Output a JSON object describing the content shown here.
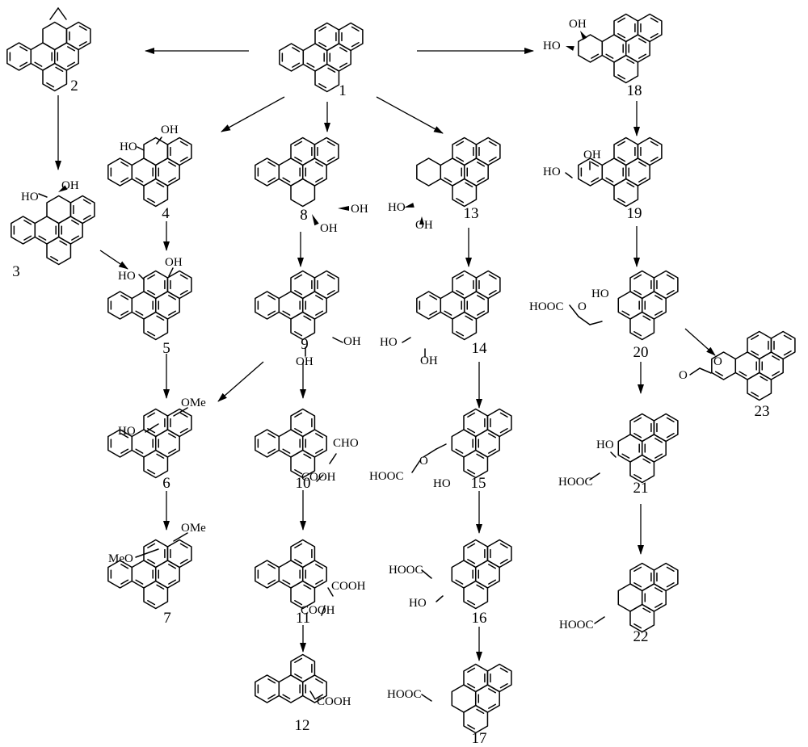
{
  "compounds": [
    {
      "id": "c1",
      "number": "1",
      "labels": []
    },
    {
      "id": "c2",
      "number": "2",
      "labels": []
    },
    {
      "id": "c3",
      "number": "3",
      "labels": [
        "HO",
        "OH"
      ]
    },
    {
      "id": "c4",
      "number": "4",
      "labels": [
        "HO",
        "OH"
      ]
    },
    {
      "id": "c5",
      "number": "5",
      "labels": [
        "HO",
        "OH"
      ]
    },
    {
      "id": "c6",
      "number": "6",
      "labels": [
        "HO",
        "OMe"
      ]
    },
    {
      "id": "c7",
      "number": "7",
      "labels": [
        "MeO",
        "OMe"
      ]
    },
    {
      "id": "c8",
      "number": "8",
      "labels": [
        "OH",
        "OH"
      ]
    },
    {
      "id": "c9",
      "number": "9",
      "labels": [
        "OH",
        "OH"
      ]
    },
    {
      "id": "c10",
      "number": "10",
      "labels": [
        "CHO",
        "COOH"
      ]
    },
    {
      "id": "c11",
      "number": "11",
      "labels": [
        "COOH",
        "COOH"
      ]
    },
    {
      "id": "c12",
      "number": "12",
      "labels": [
        "COOH"
      ]
    },
    {
      "id": "c13",
      "number": "13",
      "labels": [
        "HO",
        "OH"
      ]
    },
    {
      "id": "c14",
      "number": "14",
      "labels": [
        "HO",
        "OH"
      ]
    },
    {
      "id": "c15",
      "number": "15",
      "labels": [
        "HOOC",
        "O",
        "HO"
      ]
    },
    {
      "id": "c16",
      "number": "16",
      "labels": [
        "HOOC",
        "HO"
      ]
    },
    {
      "id": "c17",
      "number": "17",
      "labels": [
        "HOOC"
      ]
    },
    {
      "id": "c18",
      "number": "18",
      "labels": [
        "OH",
        "HO"
      ]
    },
    {
      "id": "c19",
      "number": "19",
      "labels": [
        "OH",
        "HO"
      ]
    },
    {
      "id": "c20",
      "number": "20",
      "labels": [
        "HOOC",
        "O",
        "HO"
      ]
    },
    {
      "id": "c21",
      "number": "21",
      "labels": [
        "HO",
        "HOOC"
      ]
    },
    {
      "id": "c22",
      "number": "22",
      "labels": [
        "HOOC"
      ]
    },
    {
      "id": "c23",
      "number": "23",
      "labels": [
        "O",
        "O"
      ]
    }
  ],
  "arrows": [
    {
      "from": "1",
      "to": "2"
    },
    {
      "from": "1",
      "to": "18"
    },
    {
      "from": "1",
      "to": "4"
    },
    {
      "from": "1",
      "to": "8"
    },
    {
      "from": "1",
      "to": "13"
    },
    {
      "from": "2",
      "to": "3"
    },
    {
      "from": "3",
      "to": "5"
    },
    {
      "from": "4",
      "to": "5"
    },
    {
      "from": "5",
      "to": "6"
    },
    {
      "from": "6",
      "to": "7"
    },
    {
      "from": "9",
      "to": "6"
    },
    {
      "from": "8",
      "to": "9"
    },
    {
      "from": "9",
      "to": "10"
    },
    {
      "from": "10",
      "to": "11"
    },
    {
      "from": "11",
      "to": "12"
    },
    {
      "from": "13",
      "to": "14"
    },
    {
      "from": "14",
      "to": "15"
    },
    {
      "from": "15",
      "to": "16"
    },
    {
      "from": "16",
      "to": "17"
    },
    {
      "from": "18",
      "to": "19"
    },
    {
      "from": "19",
      "to": "20"
    },
    {
      "from": "20",
      "to": "21"
    },
    {
      "from": "20",
      "to": "23"
    },
    {
      "from": "21",
      "to": "22"
    }
  ]
}
